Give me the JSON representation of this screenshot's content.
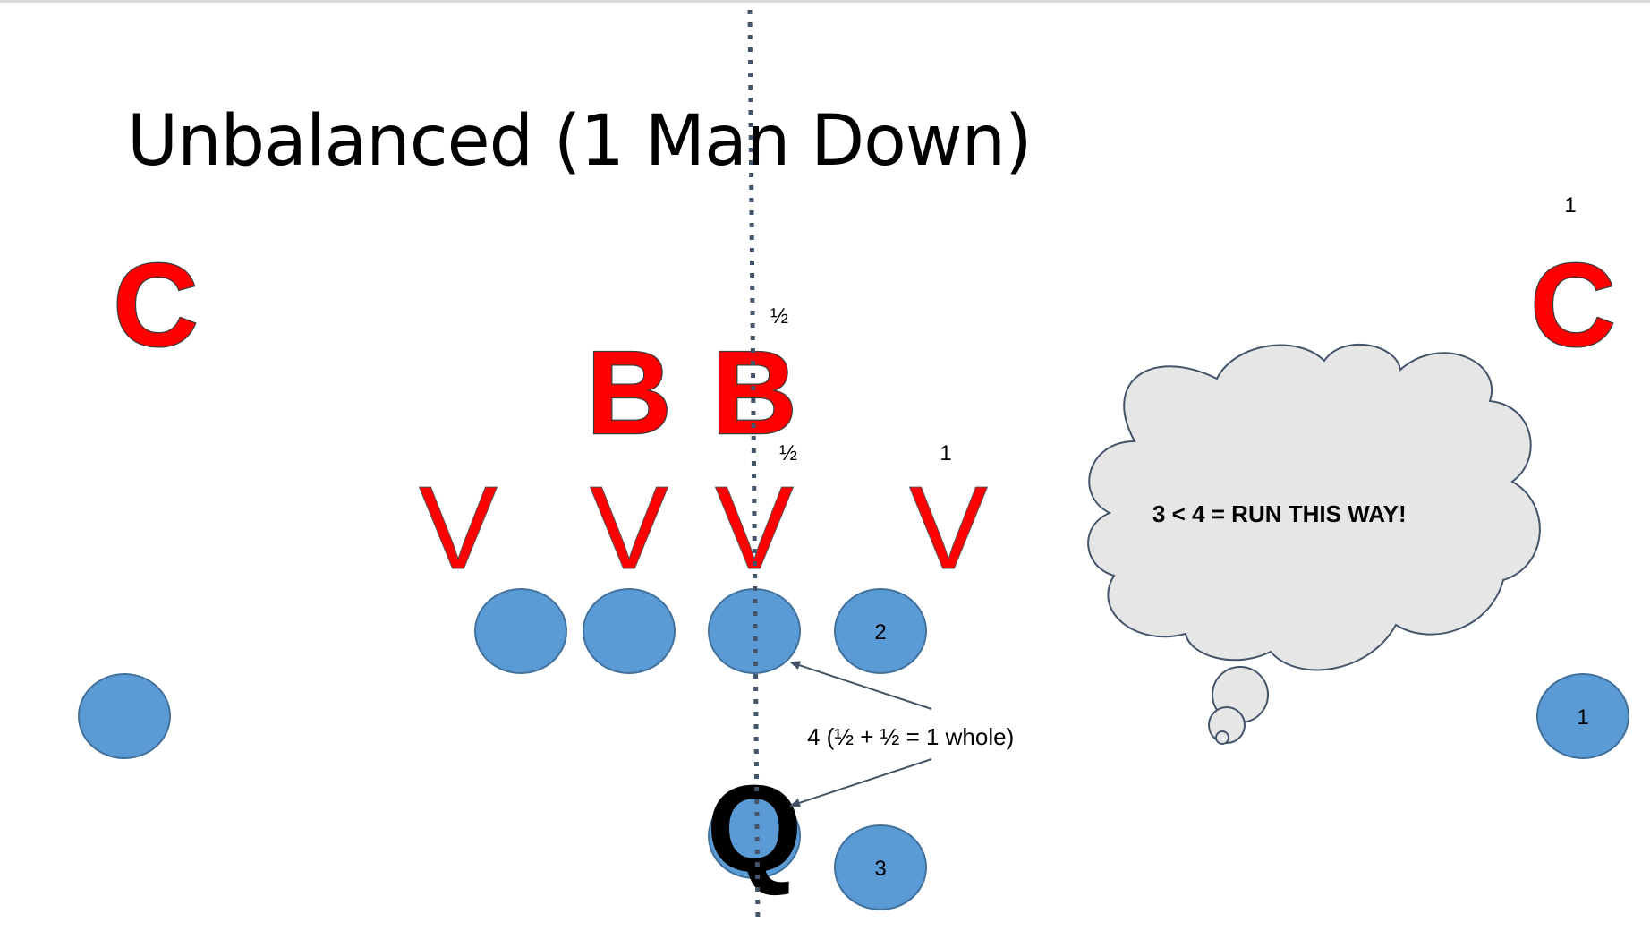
{
  "slide": {
    "title": "Unbalanced (1 Man Down)",
    "colors": {
      "defender_fill": "#ff0000",
      "offense_fill": "#5b9bd5",
      "offense_stroke": "#41719c",
      "cloud_fill": "#e7e6e6",
      "line_color": "#44546a"
    }
  },
  "defense": {
    "corner_left": "C",
    "corner_right": "C",
    "backer_left": "B",
    "backer_mid": "B",
    "line1": "V",
    "line2": "V",
    "line3": "V",
    "line4": "V"
  },
  "offense": {
    "qb": "Q",
    "lineman4_num": "2",
    "rb_num": "3",
    "wr_right_num": "1"
  },
  "counts": {
    "backer_half": "½",
    "line_half": "½",
    "line_one": "1",
    "corner_one": "1"
  },
  "annotations": {
    "count_note": "4 (½ + ½ = 1 whole)",
    "cloud_text": "3 < 4 = RUN THIS WAY!"
  }
}
